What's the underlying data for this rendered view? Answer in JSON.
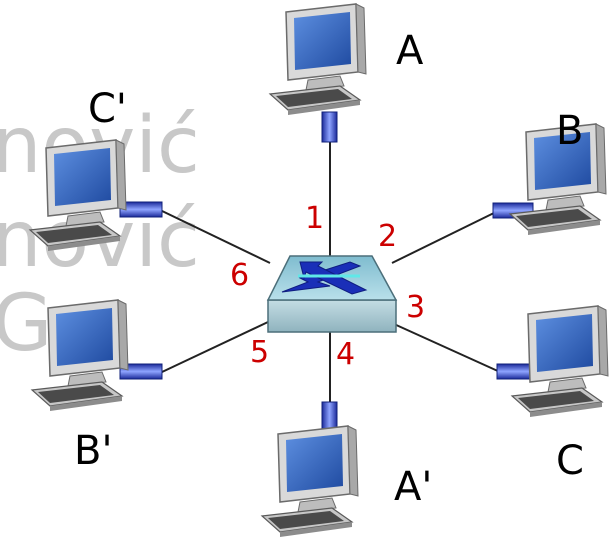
{
  "watermark": {
    "lines": [
      "nović",
      "nović",
      "G"
    ],
    "color": "#c8c8c8"
  },
  "colors": {
    "port_label": "#cc0000",
    "link_line": "#222222",
    "connector": "#2b3fb5",
    "switch_arrows": "#1a2fb8",
    "switch_fill": "#a8d0dc",
    "screen": "#2f67c8"
  },
  "switch": {
    "name": "switch",
    "ports": [
      "1",
      "2",
      "3",
      "4",
      "5",
      "6"
    ]
  },
  "hosts": [
    {
      "id": "A",
      "label": "A"
    },
    {
      "id": "B",
      "label": "B"
    },
    {
      "id": "C",
      "label": "C"
    },
    {
      "id": "A2",
      "label": "A'"
    },
    {
      "id": "B2",
      "label": "B'"
    },
    {
      "id": "C2",
      "label": "C'"
    }
  ]
}
